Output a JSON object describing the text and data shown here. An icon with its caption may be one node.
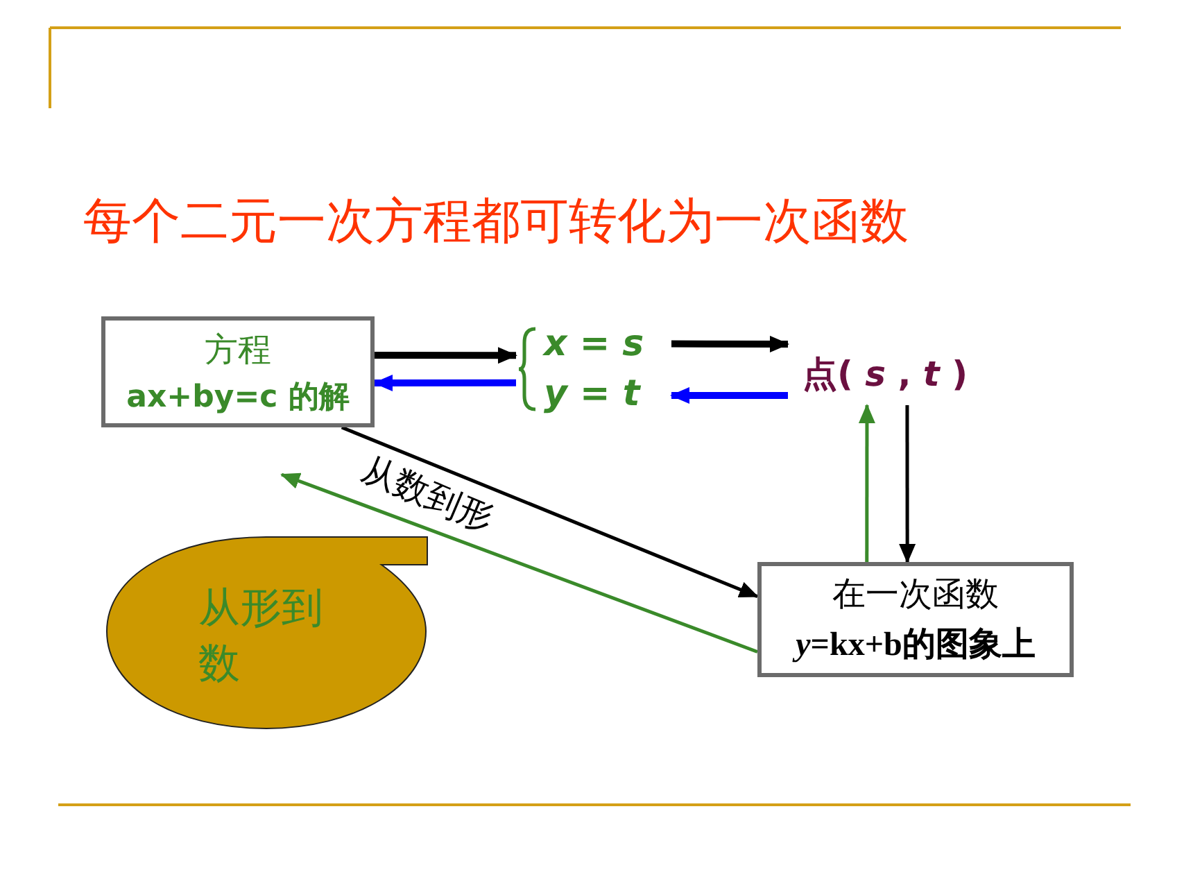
{
  "diagram": {
    "title": "每个二元一次方程都可转化为一次函数",
    "nodes": [
      {
        "text": [
          "方程",
          "ax+by=c 的解"
        ]
      },
      {
        "text": [
          "x = s",
          "y = t"
        ]
      },
      {
        "text": [
          "点( *s* , *t* )"
        ]
      },
      {
        "text": [
          "在一次函数",
          "*y*=kx+b的图象上"
        ]
      },
      {
        "text": [
          "从形到数"
        ]
      }
    ],
    "edges": [
      {
        "from": 0,
        "to": 1,
        "arrow": "to",
        "style": "thick"
      },
      {
        "from": 1,
        "to": 0,
        "arrow": "to",
        "style": "thick",
        "color": "#0000ff"
      },
      {
        "from": 1,
        "to": 2,
        "arrow": "to",
        "style": "thick"
      },
      {
        "from": 2,
        "to": 1,
        "arrow": "to",
        "style": "thick",
        "color": "#0000ff"
      },
      {
        "from": 3,
        "to": 2,
        "arrow": "to",
        "color": "#3a8a2a"
      },
      {
        "from": 2,
        "to": 3,
        "arrow": "to"
      },
      {
        "from": 0,
        "to": 3,
        "arrow": "to",
        "label": "从数到形"
      },
      {
        "from": 3,
        "to": 0,
        "arrow": "to",
        "color": "#3a8a2a"
      }
    ]
  }
}
